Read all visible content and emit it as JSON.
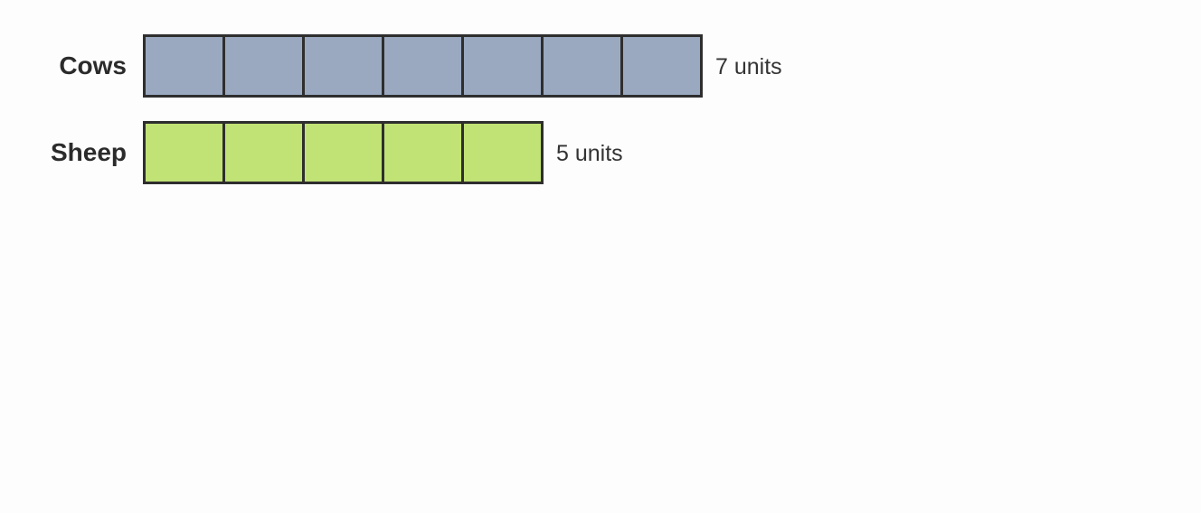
{
  "colors": {
    "cows_fill": "#9aa9c0",
    "sheep_fill": "#c1e275",
    "outline": "#2e2e2e"
  },
  "rows": [
    {
      "label": "Cows",
      "units": 7,
      "units_label": "7 units",
      "color_key": "cows_fill"
    },
    {
      "label": "Sheep",
      "units": 5,
      "units_label": "5 units",
      "color_key": "sheep_fill"
    }
  ]
}
